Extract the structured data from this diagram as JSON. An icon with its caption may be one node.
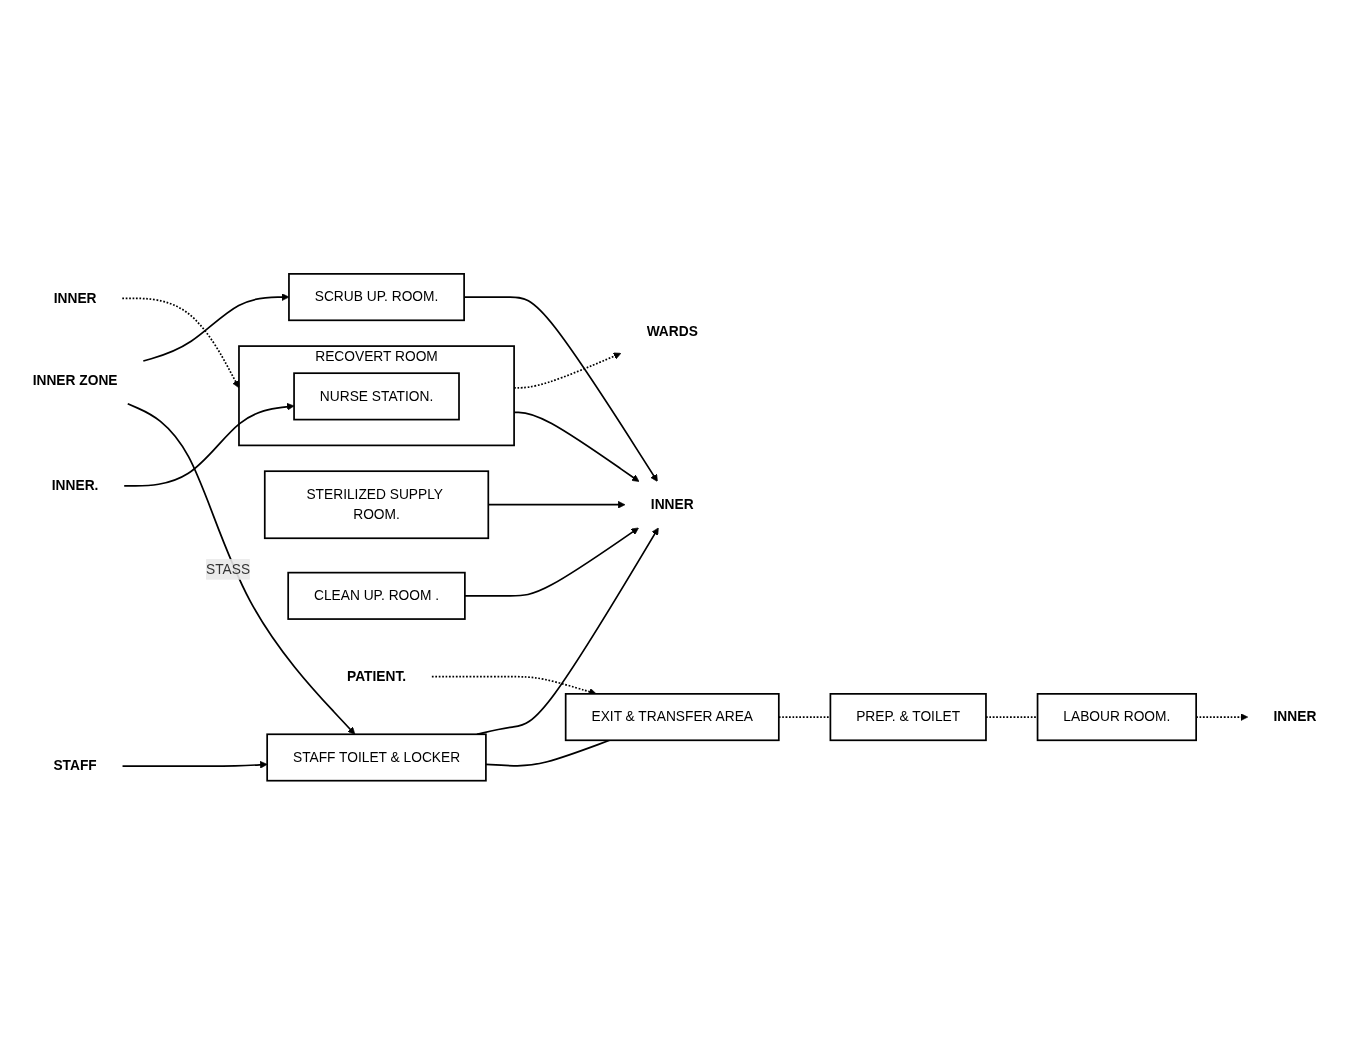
{
  "diagram": {
    "nodes": [
      {
        "text": [
          "STAFF"
        ]
      },
      {
        "text": [
          "INNER ZONE"
        ]
      },
      {
        "text": [
          "STAFF TOILET & LOCKER"
        ]
      },
      {
        "text": [
          "SCRUB UP. ROOM."
        ]
      },
      {
        "text": [
          "STERILIZED SUPPLY ROOM."
        ]
      },
      {
        "text": [
          "CLEAN UP. ROOM ."
        ]
      },
      {
        "text": [
          "INNER"
        ]
      },
      {
        "text": [
          "PATIENT."
        ]
      },
      {
        "text": [
          "EXIT & TRANSFER AREA"
        ]
      },
      {
        "text": [
          "PREP. & TOILET"
        ]
      },
      {
        "text": [
          "LABOUR ROOM."
        ]
      },
      {
        "text": [
          "INNER"
        ]
      },
      {
        "text": [
          "RECOVERT ROOM"
        ]
      },
      {
        "text": [
          "NURSE STATION."
        ],
        "in": 12
      },
      {
        "text": [
          "INNER"
        ]
      },
      {
        "text": [
          "WARDS"
        ]
      },
      {
        "text": [
          "INNER."
        ]
      }
    ],
    "edges": [
      {
        "from": 0,
        "to": 2,
        "arrow": "to"
      },
      {
        "from": 1,
        "to": 2,
        "arrow": "to",
        "label": "STASS"
      },
      {
        "from": 1,
        "to": 3,
        "arrow": "to"
      },
      {
        "from": 2,
        "to": 8,
        "arrow": "none"
      },
      {
        "from": 2,
        "to": 6,
        "arrow": "to"
      },
      {
        "from": 3,
        "to": 6,
        "arrow": "to"
      },
      {
        "from": 4,
        "to": 6,
        "arrow": "to"
      },
      {
        "from": 5,
        "to": 6,
        "arrow": "to"
      },
      {
        "from": 12,
        "to": 6,
        "arrow": "to"
      },
      {
        "from": 7,
        "to": 8,
        "arrow": "to",
        "style": "dashed"
      },
      {
        "from": 8,
        "to": 9,
        "arrow": "none",
        "style": "dashed"
      },
      {
        "from": 9,
        "to": 10,
        "arrow": "none",
        "style": "dashed"
      },
      {
        "from": 10,
        "to": 11,
        "arrow": "to",
        "style": "dashed"
      },
      {
        "from": 14,
        "to": 12,
        "arrow": "to",
        "style": "dashed"
      },
      {
        "from": 12,
        "to": 15,
        "arrow": "to",
        "style": "dashed"
      },
      {
        "from": 16,
        "to": 13,
        "arrow": "to"
      }
    ]
  }
}
